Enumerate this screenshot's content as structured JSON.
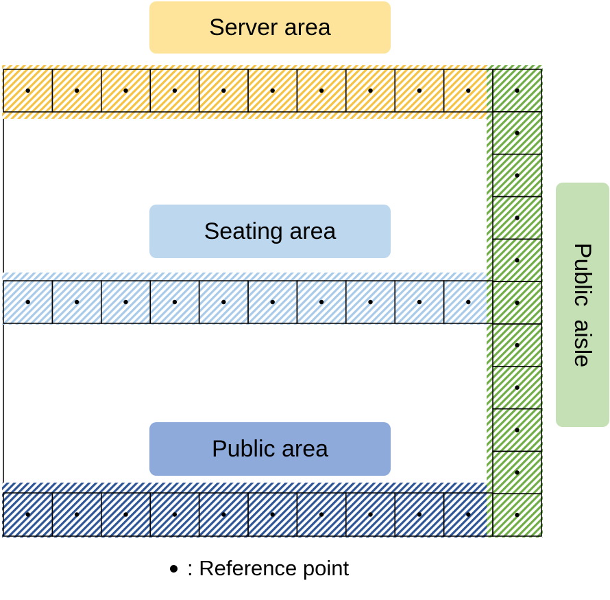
{
  "labels": {
    "server": "Server area",
    "seating": "Seating area",
    "public": "Public area",
    "aisle": "Public  aisle"
  },
  "legend": {
    "text": ": Reference point"
  },
  "colors": {
    "server": "#f5c242",
    "server_label_bg": "#fde49a",
    "seating": "#a9cbe9",
    "seating_label_bg": "#bdd7ee",
    "public": "#2e5596",
    "public_label_bg": "#8eaadb",
    "aisle": "#70ad47",
    "aisle_label_bg": "#c5e0b4",
    "grid_line": "#000000"
  },
  "structure": {
    "row_columns": 10,
    "aisle_cells": 11
  }
}
